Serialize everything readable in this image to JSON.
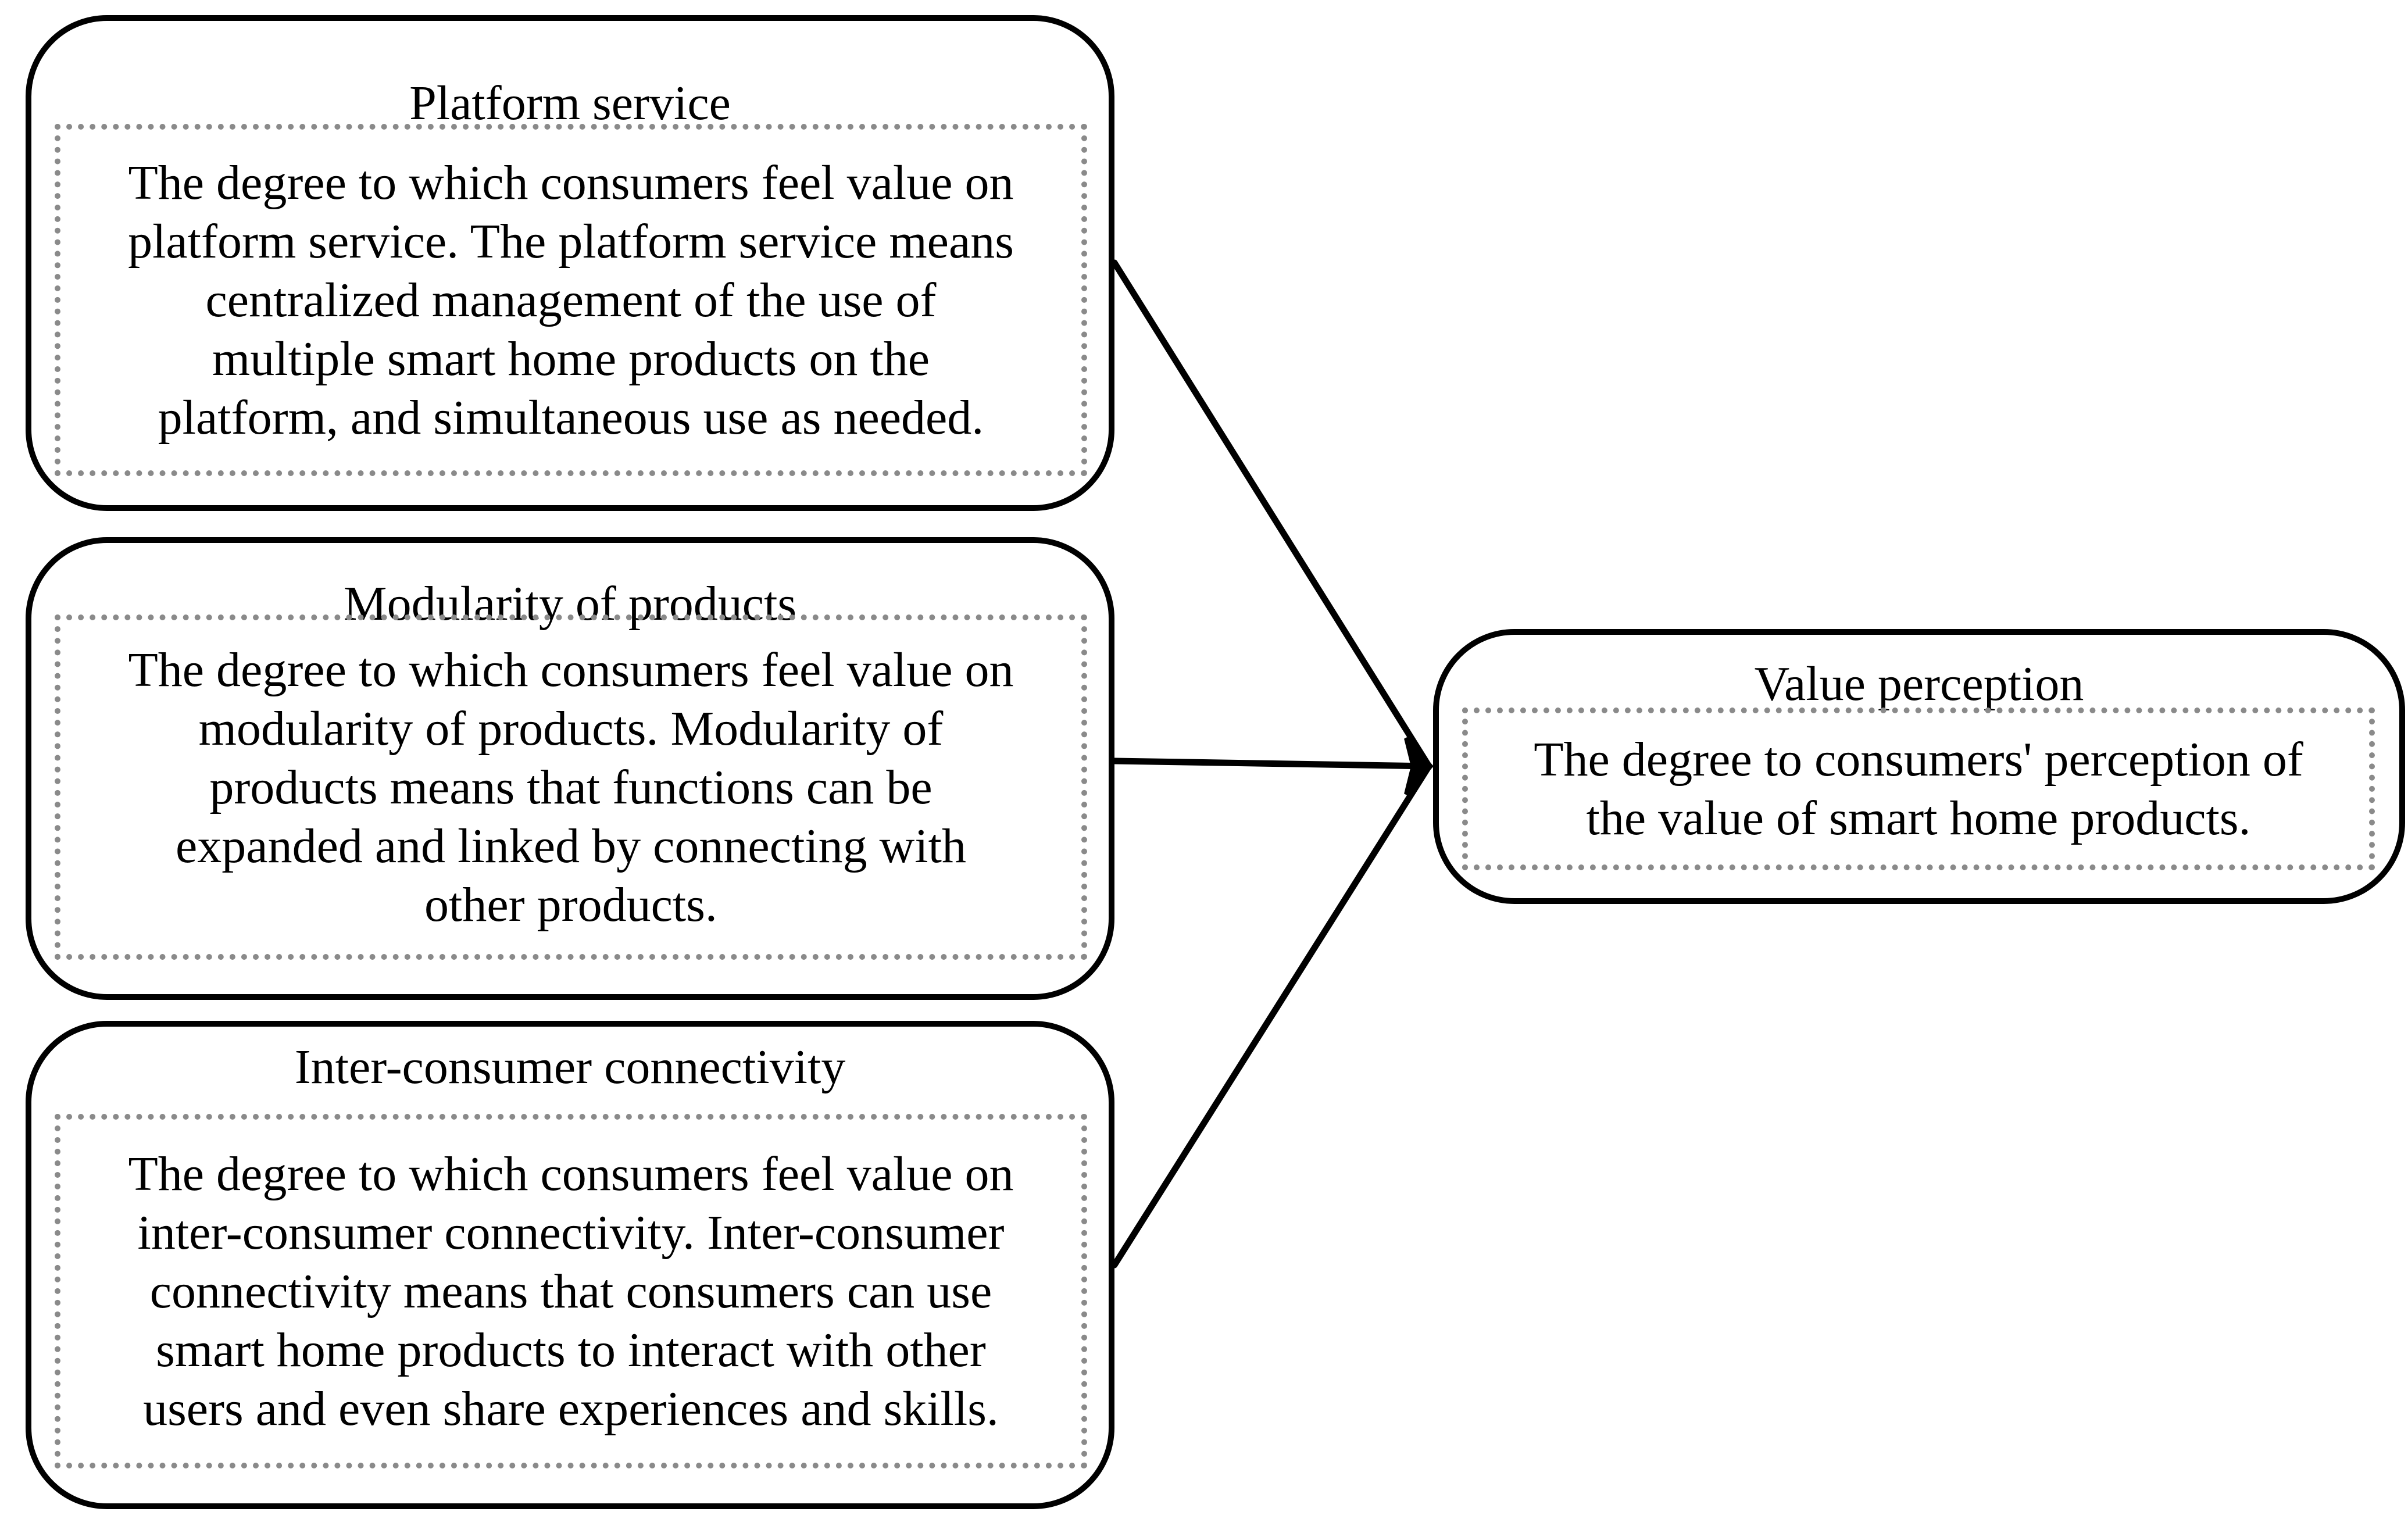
{
  "boxes": {
    "platform": {
      "title": "Platform service",
      "description": [
        "The degree to which consumers feel value on",
        "platform service. The platform service means",
        "centralized management of the use of",
        "multiple smart home products on the",
        "platform, and simultaneous use as needed."
      ]
    },
    "modularity": {
      "title": "Modularity of products",
      "description": [
        "The degree to which consumers feel value on",
        "modularity of products. Modularity of",
        "products means that functions can be",
        "expanded and linked by connecting with",
        "other products."
      ]
    },
    "inter": {
      "title": "Inter-consumer connectivity",
      "description": [
        "The degree to which consumers feel value on",
        "inter-consumer connectivity. Inter-consumer",
        "connectivity means that consumers can use",
        "smart home products to interact with other",
        "users and even share experiences and skills."
      ]
    },
    "value": {
      "title": "Value perception",
      "description": [
        "The degree to consumers' perception of",
        "the value of smart home products."
      ]
    }
  },
  "edges": [
    {
      "from": "Platform service",
      "to": "Value perception"
    },
    {
      "from": "Modularity of products",
      "to": "Value perception"
    },
    {
      "from": "Inter-consumer connectivity",
      "to": "Value perception"
    }
  ]
}
